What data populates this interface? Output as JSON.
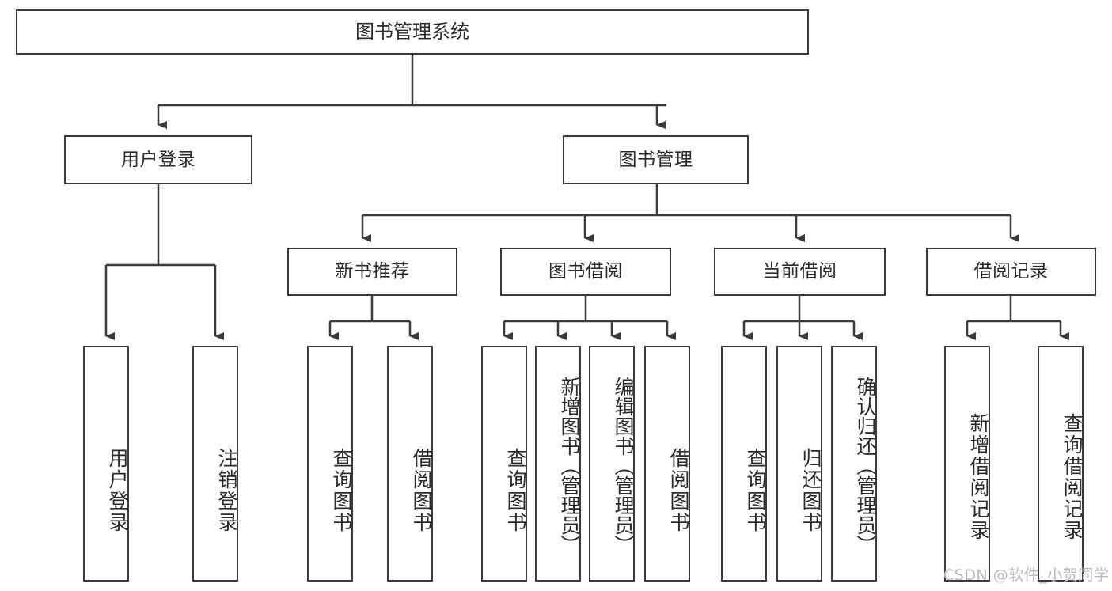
{
  "diagram": {
    "type": "tree-hierarchy",
    "title": "图书管理系统",
    "root": {
      "label": "图书管理系统"
    },
    "level2": [
      {
        "id": "user-login",
        "label": "用户登录"
      },
      {
        "id": "book-manage",
        "label": "图书管理"
      }
    ],
    "level3": [
      {
        "id": "new-book-rec",
        "label": "新书推荐"
      },
      {
        "id": "book-borrow",
        "label": "图书借阅"
      },
      {
        "id": "current-borrow",
        "label": "当前借阅"
      },
      {
        "id": "borrow-record",
        "label": "借阅记录"
      }
    ],
    "leaves": {
      "user_login": [
        {
          "id": "leaf-user-login",
          "label": "用户登录"
        },
        {
          "id": "leaf-logout",
          "label": "注销登录"
        }
      ],
      "new_book_rec": [
        {
          "id": "leaf-query-book-1",
          "label": "查询图书"
        },
        {
          "id": "leaf-borrow-book-1",
          "label": "借阅图书"
        }
      ],
      "book_borrow": [
        {
          "id": "leaf-query-book-2",
          "label": "查询图书"
        },
        {
          "id": "leaf-add-book",
          "label": "新增图书（管理员）"
        },
        {
          "id": "leaf-edit-book",
          "label": "编辑图书（管理员）"
        },
        {
          "id": "leaf-borrow-book-2",
          "label": "借阅图书"
        }
      ],
      "current_borrow": [
        {
          "id": "leaf-query-book-3",
          "label": "查询图书"
        },
        {
          "id": "leaf-return-book",
          "label": "归还图书"
        },
        {
          "id": "leaf-confirm-return",
          "label": "确认归还（管理员）"
        }
      ],
      "borrow_record": [
        {
          "id": "leaf-add-record",
          "label": "新增借阅记录"
        },
        {
          "id": "leaf-query-record",
          "label": "查询借阅记录"
        }
      ]
    },
    "colors": {
      "stroke": "#3a3a3a",
      "fill": "#ffffff",
      "text": "#2b2b2b",
      "watermark": "#b9b9b9"
    }
  },
  "watermark": {
    "text": "CSDN @软件_小贺同学"
  }
}
